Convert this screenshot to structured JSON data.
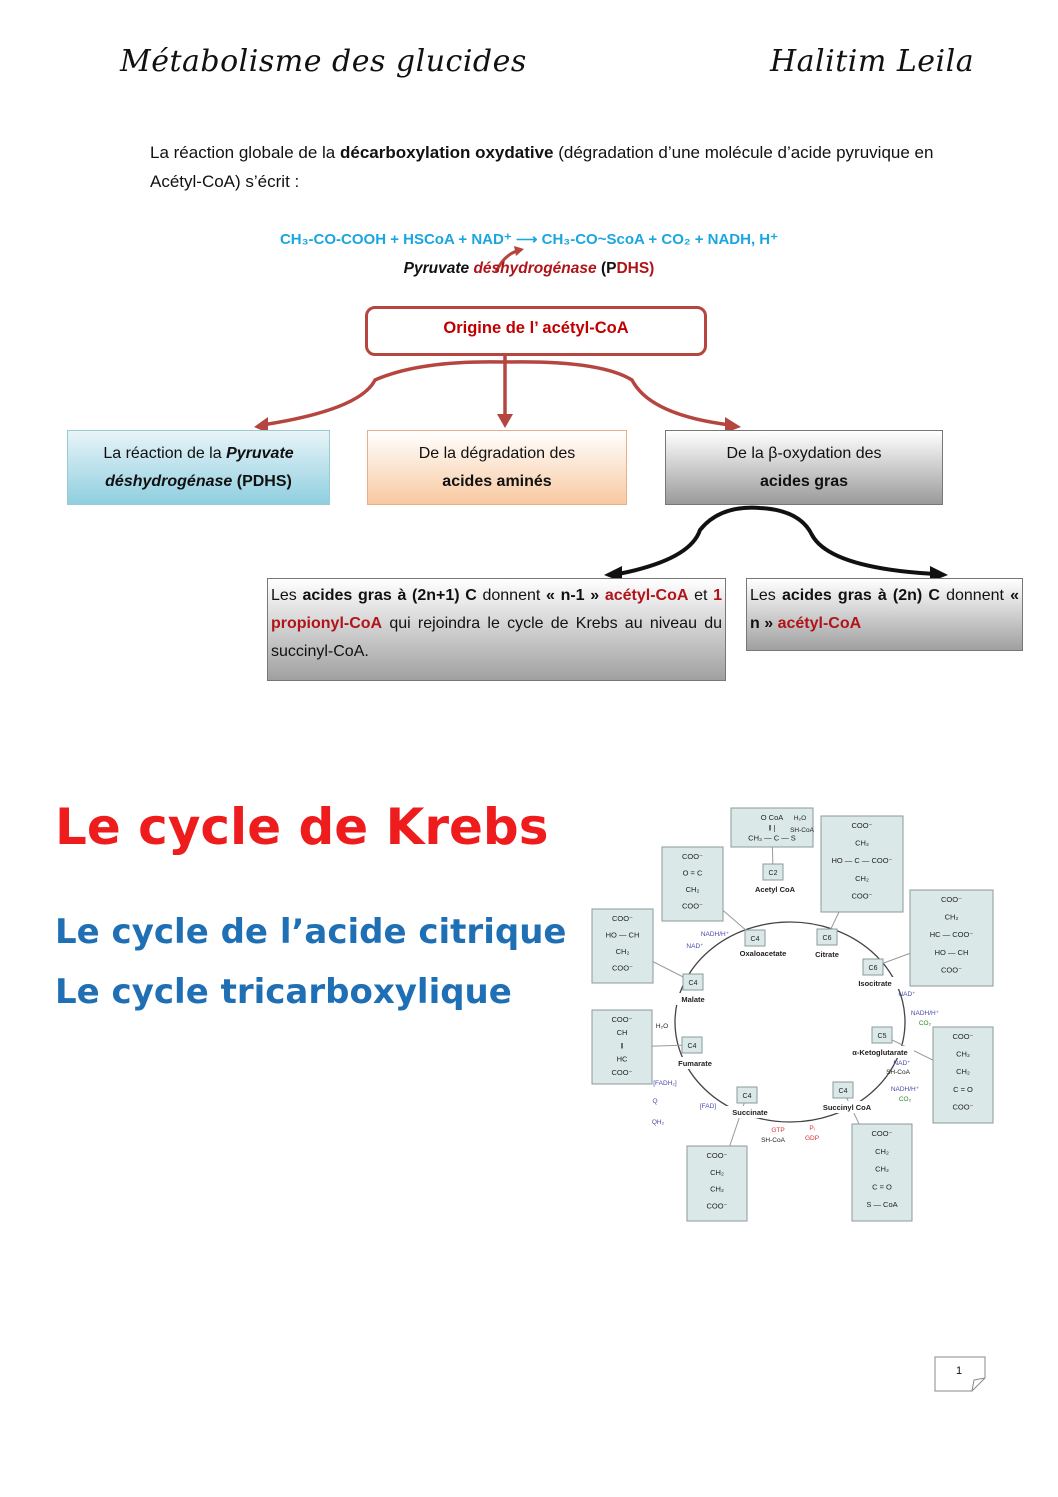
{
  "header": {
    "left": "Métabolisme des glucides",
    "right": "Halitim Leila"
  },
  "intro": {
    "before": "La réaction globale de la ",
    "bold": "décarboxylation oxydative",
    "after": " (dégradation d’une molécule d’acide pyruvique en Acétyl-CoA) s’écrit :"
  },
  "equation": {
    "left": "CH₃-CO-COOH + HSCoA + NAD⁺",
    "right": "CH₃-CO~ScoA + CO₂ + NADH, H⁺",
    "enzyme_a": "Pyruvate ",
    "enzyme_b": "déshydrogénase",
    "enzyme_c": " (P",
    "enzyme_d": "DHS)"
  },
  "origin": {
    "title": "Origine de  l’ acétyl-CoA"
  },
  "sources": [
    {
      "t1": "La réaction de la ",
      "t2": "Pyruvate déshydrogénase",
      "t3": " (PDHS)"
    },
    {
      "t1": "De la dégradation des",
      "t2": "acides aminés"
    },
    {
      "t1": "De la β-oxydation des",
      "t2": "acides gras"
    }
  ],
  "fatty": [
    {
      "a": "Les ",
      "b": "acides gras à (2n+1) C",
      "c": " donnent ",
      "d": "« n-1 »",
      "e": "acétyl-CoA",
      "f": " et ",
      "g": "1 propionyl-CoA",
      "h": " qui rejoindra le cycle de Krebs au niveau du succinyl-CoA."
    },
    {
      "a": "Les ",
      "b": "acides gras à (2n) C",
      "c": " donnent ",
      "d": "« n »",
      "e": "acétyl-CoA"
    }
  ],
  "krebs": {
    "title": "Le cycle de Krebs",
    "subtitle1": "Le cycle de l’acide citrique",
    "subtitle2": "Le cycle tricarboxylique",
    "intermediates": [
      {
        "name": "Acetyl CoA",
        "carbon": "C2",
        "structure": [
          "O    CoA",
          "‖     |",
          "CH₃ — C — S"
        ]
      },
      {
        "name": "Citrate",
        "carbon": "C6",
        "structure": [
          "COO⁻",
          "CH₂",
          "HO — C — COO⁻",
          "CH₂",
          "COO⁻"
        ]
      },
      {
        "name": "Isocitrate",
        "carbon": "C6",
        "structure": [
          "COO⁻",
          "CH₂",
          "HC — COO⁻",
          "HO — CH",
          "COO⁻"
        ]
      },
      {
        "name": "α-Ketoglutarate",
        "carbon": "C5",
        "structure": [
          "COO⁻",
          "CH₂",
          "CH₂",
          "C = O",
          "COO⁻"
        ]
      },
      {
        "name": "Succinyl CoA",
        "carbon": "C4",
        "structure": [
          "COO⁻",
          "CH₂",
          "CH₂",
          "C = O",
          "S — CoA"
        ]
      },
      {
        "name": "Succinate",
        "carbon": "C4",
        "structure": [
          "COO⁻",
          "CH₂",
          "CH₂",
          "COO⁻"
        ]
      },
      {
        "name": "Fumarate",
        "carbon": "C4",
        "structure": [
          "COO⁻",
          "CH",
          "‖",
          "HC",
          "COO⁻"
        ]
      },
      {
        "name": "Malate",
        "carbon": "C4",
        "structure": [
          "COO⁻",
          "HO — CH",
          "CH₂",
          "COO⁻"
        ]
      },
      {
        "name": "Oxaloacetate",
        "carbon": "C4",
        "structure": [
          "COO⁻",
          "O = C",
          "CH₂",
          "COO⁻"
        ]
      }
    ],
    "cofactors": [
      {
        "text": "H₂O",
        "color": "#222"
      },
      {
        "text": "SH-CoA",
        "color": "#222"
      },
      {
        "text": "NAD⁺",
        "color": "#4a4aa8"
      },
      {
        "text": "NADH/H⁺",
        "color": "#4a4aa8"
      },
      {
        "text": "CO₂",
        "color": "#2a8a2a"
      },
      {
        "text": "NAD⁺",
        "color": "#4a4aa8"
      },
      {
        "text": "SH-CoA",
        "color": "#222"
      },
      {
        "text": "NADH/H⁺",
        "color": "#4a4aa8"
      },
      {
        "text": "CO₂",
        "color": "#2a8a2a"
      },
      {
        "text": "GTP",
        "color": "#e03030"
      },
      {
        "text": "SH-CoA",
        "color": "#222"
      },
      {
        "text": "Pᵢ",
        "color": "#e03030"
      },
      {
        "text": "GDP",
        "color": "#e03030"
      },
      {
        "text": "[FADH₂]",
        "color": "#4a4aa8"
      },
      {
        "text": "[FAD]",
        "color": "#4a4aa8"
      },
      {
        "text": "Q",
        "color": "#4a4aa8"
      },
      {
        "text": "QH₂",
        "color": "#4a4aa8"
      },
      {
        "text": "H₂O",
        "color": "#222"
      },
      {
        "text": "NADH/H⁺",
        "color": "#4a4aa8"
      },
      {
        "text": "NAD⁺",
        "color": "#4a4aa8"
      }
    ]
  },
  "page_number": "1"
}
